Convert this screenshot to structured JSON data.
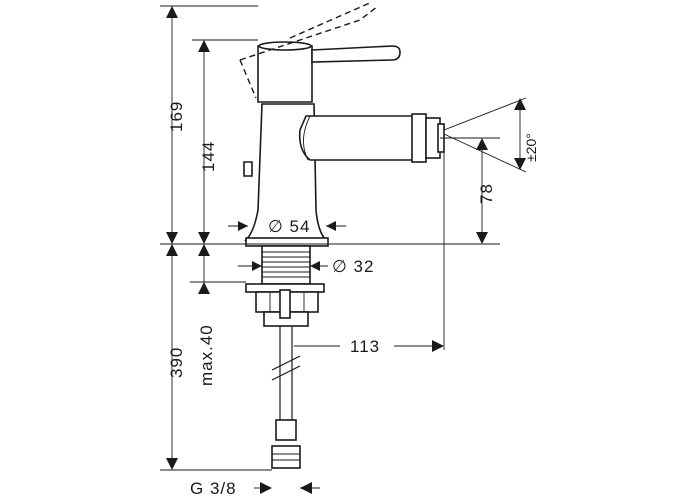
{
  "dimensions": {
    "overall_height": "169",
    "spout_height": "144",
    "body_diameter": "∅ 54",
    "shank_diameter": "∅ 32",
    "spout_outlet_height": "78",
    "swivel_angle": "±20°",
    "projection": "113",
    "hose_length": "390",
    "max_thickness": "max.40",
    "connection": "G 3/8"
  }
}
